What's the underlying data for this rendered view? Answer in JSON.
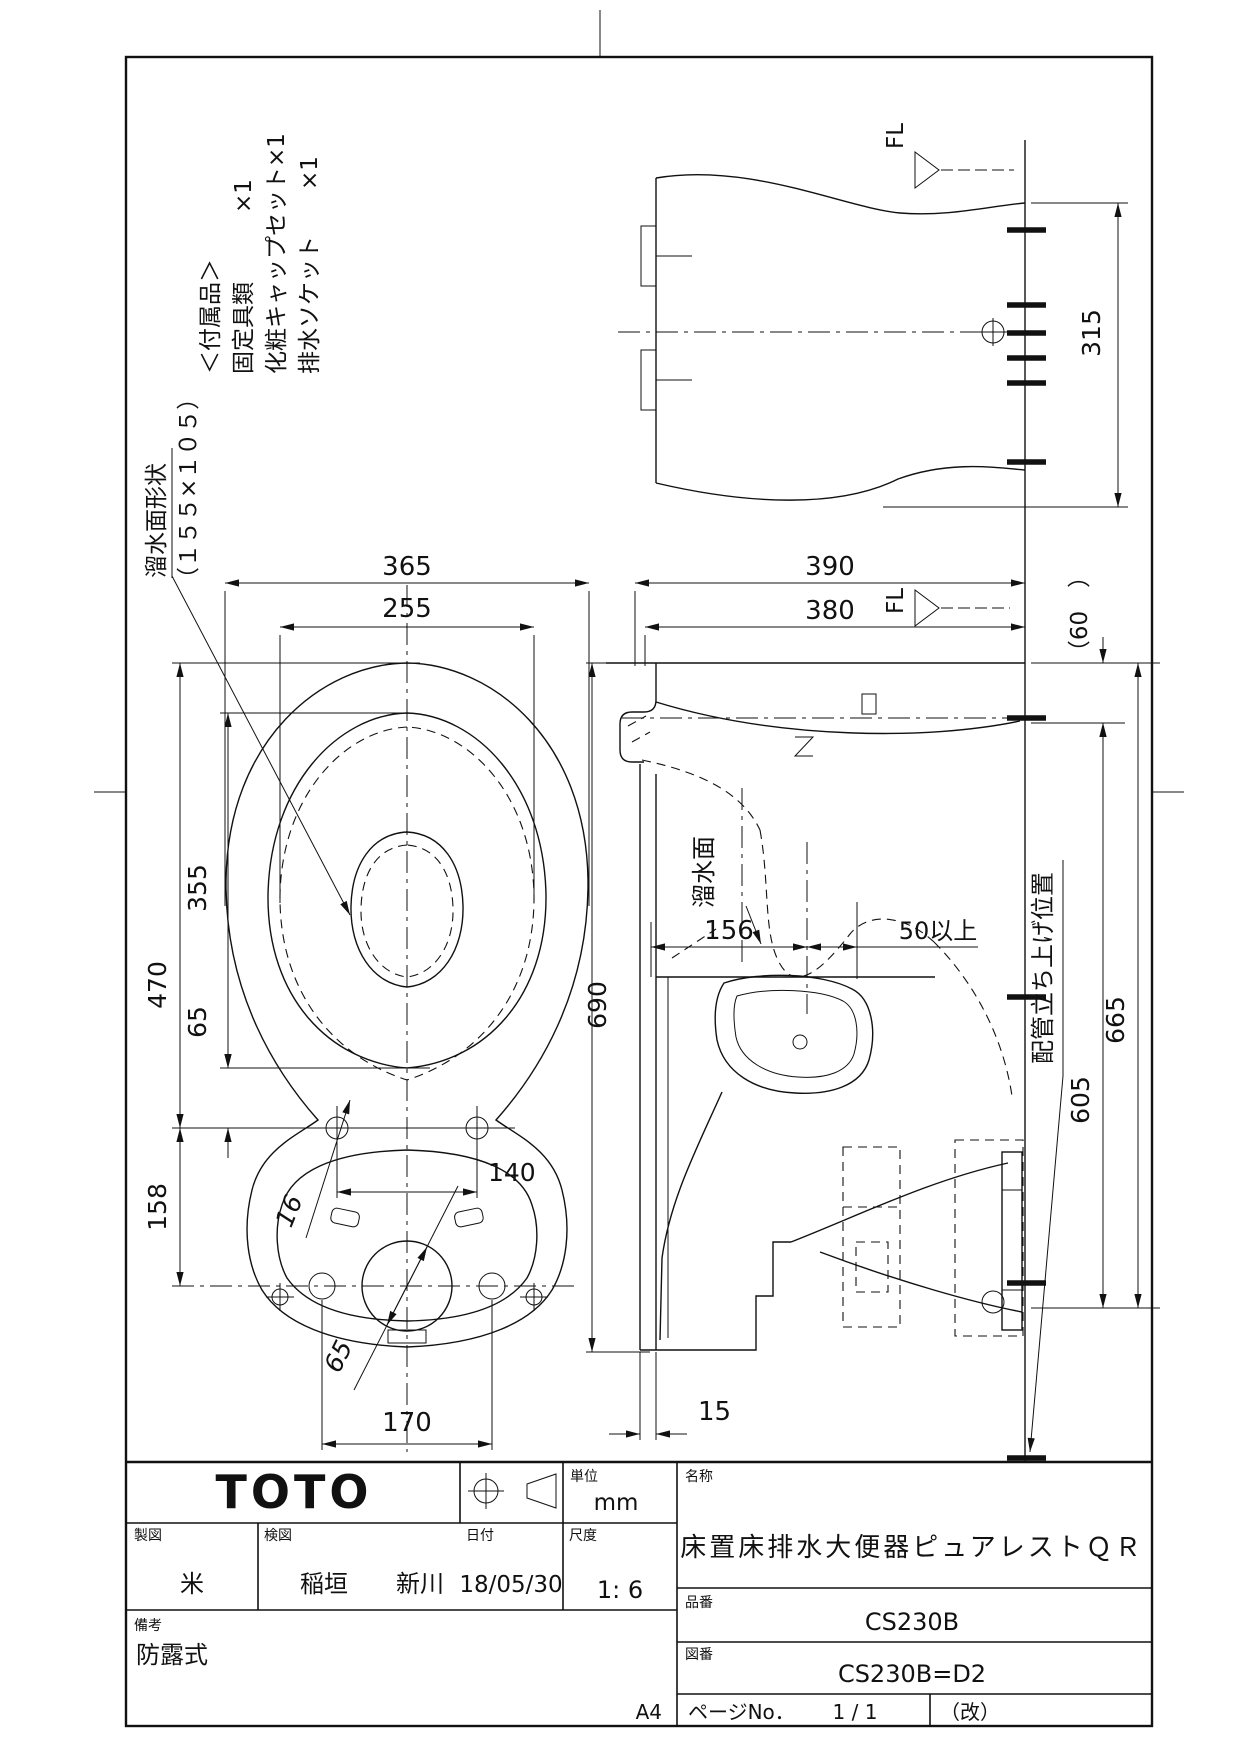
{
  "sheet": {
    "paper": "A4"
  },
  "accessories": {
    "title": "＜付属品＞",
    "item1": "固定具類　　　×1",
    "item2": "化粧キャップセット×1",
    "item3": "排水ソケット　　×1"
  },
  "plan": {
    "water_shape_line1": "溜水面形状",
    "water_shape_line2": "（１５５×１０５）",
    "d365": "365",
    "d255": "255",
    "d470": "470",
    "d355": "355",
    "d65_side": "65",
    "d158": "158",
    "d16": "16",
    "d140": "140",
    "d65_drain": "65",
    "d170": "170"
  },
  "side": {
    "d390": "390",
    "d380": "380",
    "d60": "（60　）",
    "d690": "690",
    "d156": "156",
    "d50": "50以上",
    "d605": "605",
    "d665": "665",
    "d15": "15",
    "water_surface": "溜水面",
    "pipe_riser": "配管立ち上げ位置",
    "fl": "FL"
  },
  "rear": {
    "d315": "315",
    "fl": "FL"
  },
  "titleblock": {
    "logo": "TOTO",
    "unit_label": "単位",
    "unit_value": "mm",
    "drafter_label": "製図",
    "drafter_value": "米",
    "checker_label": "検図",
    "checker_value": "稲垣　　新川",
    "date_label": "日付",
    "date_value": "18/05/30",
    "scale_label": "尺度",
    "scale_value": "1:  6",
    "remarks_label": "備考",
    "remarks_value": "防露式",
    "name_label": "名称",
    "name_value": "床置床排水大便器ピュアレストＱＲ",
    "code_label": "品番",
    "code_value": "CS230B",
    "dwg_label": "図番",
    "dwg_value": "CS230B=D2",
    "page_label": "ページNo．",
    "page_value": "1 / 1",
    "rev": "（改）"
  }
}
